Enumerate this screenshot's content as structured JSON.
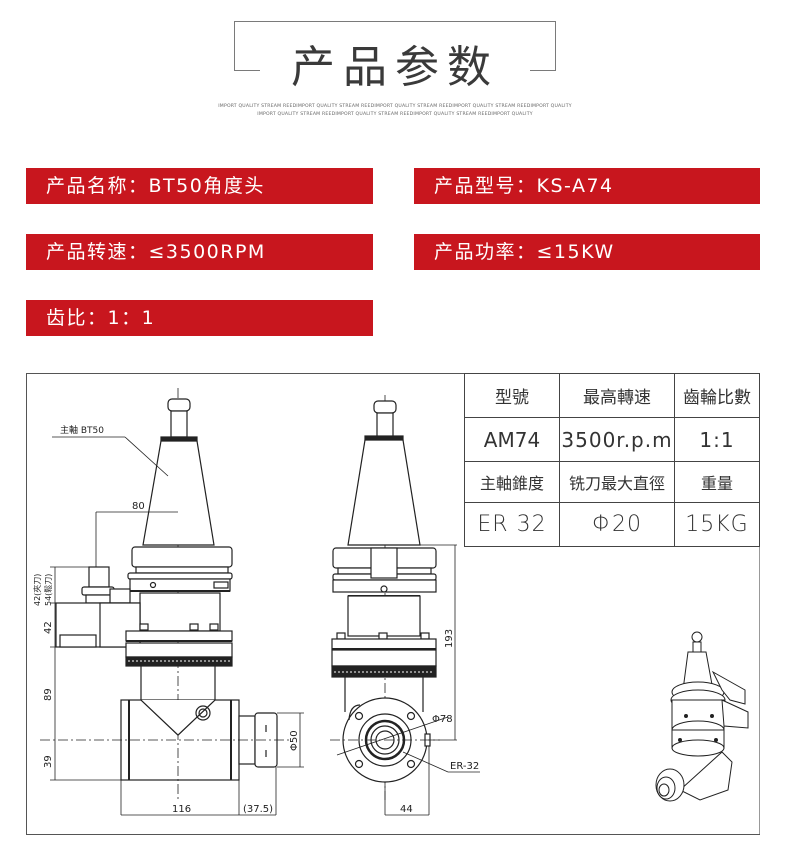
{
  "header": {
    "title": "产品参数",
    "subtitle_line1": "IMPORT QUALITY STREAM REEDIMPORT QUALITY STREAM REEDIMPORT QUALITY STREAM REEDIMPORT QUALITY STREAM REEDIMPORT QUALITY",
    "subtitle_line2": "IMPORT QUALITY STREAM REEDIMPORT QUALITY STREAM REEDIMPORT QUALITY STREAM REEDIMPORT QUALITY"
  },
  "specs": {
    "product_name": "产品名称：BT50角度头",
    "product_model": "产品型号：KS-A74",
    "product_speed": "产品转速：≤3500RPM",
    "product_power": "产品功率：≤15KW",
    "gear_ratio": "齿比：1：1"
  },
  "colors": {
    "accent_red": "#c8161e",
    "title_gray": "#3a3a3a"
  },
  "table": {
    "rows": [
      [
        "型號",
        "最高轉速",
        "齒輪比數"
      ],
      [
        "AM74",
        "3500r.p.m",
        "1:1"
      ],
      [
        "主軸錐度",
        "铣刀最大直徑",
        "重量"
      ],
      [
        "ER 32",
        "Φ20",
        "15KG"
      ]
    ]
  },
  "drawing": {
    "callout_spindle": "主軸 BT50",
    "dim_80": "80",
    "dim_42_clamp": "42(夾刀)",
    "dim_54_release": "54(鬆刀)",
    "dim_42": "42",
    "dim_89": "89",
    "dim_39": "39",
    "dim_116": "116",
    "dim_37_5": "(37.5)",
    "dim_phi50": "Φ50",
    "dim_193": "193",
    "dim_phi78": "Φ78",
    "dim_er32": "ER-32",
    "dim_44": "44"
  }
}
